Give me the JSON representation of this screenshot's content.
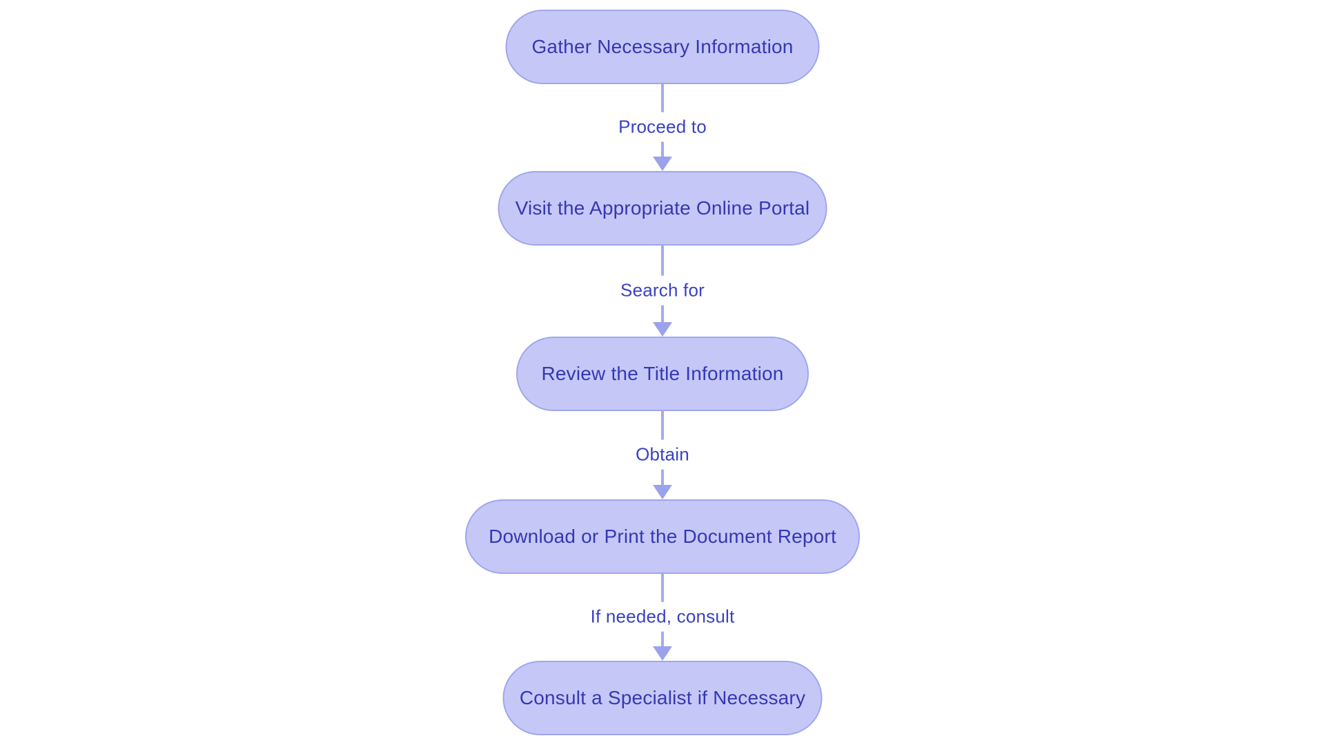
{
  "page": {
    "background_color": "#ffffff",
    "type": "flowchart"
  },
  "flowchart": {
    "direction": "top-down",
    "node_shape": "stadium",
    "colors": {
      "node_fill": "#c5c8f7",
      "node_border": "#9fa6ee",
      "node_text": "#3538b2",
      "edge_line": "#a4aaf0",
      "edge_arrowhead": "#9ba2ec",
      "edge_label_text": "#3a41c2"
    },
    "nodes": [
      {
        "id": "gather-information",
        "label": "Gather Necessary Information"
      },
      {
        "id": "visit-portal",
        "label": "Visit the Appropriate Online Portal"
      },
      {
        "id": "review-title",
        "label": "Review the Title Information"
      },
      {
        "id": "download-report",
        "label": "Download or Print the Document Report"
      },
      {
        "id": "consult-specialist",
        "label": "Consult a Specialist if Necessary"
      }
    ],
    "edges": [
      {
        "from": "gather-information",
        "to": "visit-portal",
        "label": "Proceed to"
      },
      {
        "from": "visit-portal",
        "to": "review-title",
        "label": "Search for"
      },
      {
        "from": "review-title",
        "to": "download-report",
        "label": "Obtain"
      },
      {
        "from": "download-report",
        "to": "consult-specialist",
        "label": "If needed, consult"
      }
    ]
  }
}
